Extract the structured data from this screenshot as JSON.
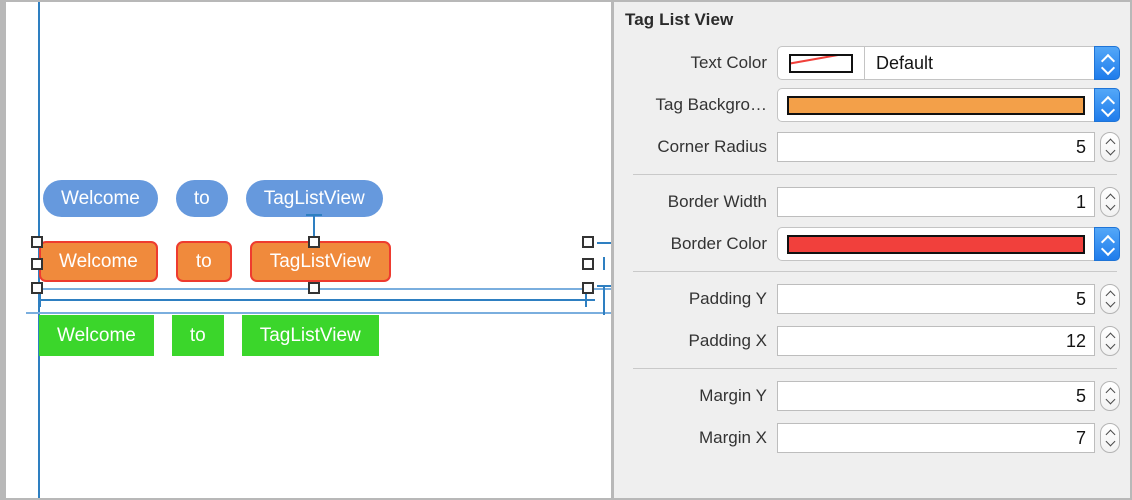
{
  "canvas": {
    "tag_rows": [
      {
        "name": "blue-tag-row",
        "style": "pill",
        "color": "#6699dd",
        "tags": [
          "Welcome",
          "to",
          "TagListView"
        ]
      },
      {
        "name": "orange-tag-row-selected",
        "style": "rounded",
        "color": "#f08a3c",
        "border_color": "#ee3b2f",
        "tags": [
          "Welcome",
          "to",
          "TagListView"
        ]
      },
      {
        "name": "green-tag-row",
        "style": "square",
        "color": "#3bd62b",
        "tags": [
          "Welcome",
          "to",
          "TagListView"
        ]
      }
    ],
    "guide_color": "#2e7fc1",
    "constraint_color": "#7aaede"
  },
  "inspector": {
    "title": "Tag List View",
    "sections": [
      {
        "rows": [
          {
            "label": "Text Color",
            "control": "color-combo-split",
            "swatch": "no-color",
            "value": "Default"
          },
          {
            "label": "Tag Backgro…",
            "control": "color-combo-bar",
            "color": "#f3a049"
          },
          {
            "label": "Corner Radius",
            "control": "stepper-field",
            "value": "5"
          }
        ]
      },
      {
        "rows": [
          {
            "label": "Border Width",
            "control": "stepper-field",
            "value": "1"
          },
          {
            "label": "Border Color",
            "control": "color-combo-bar",
            "color": "#f1403c"
          }
        ]
      },
      {
        "rows": [
          {
            "label": "Padding Y",
            "control": "stepper-field",
            "value": "5"
          },
          {
            "label": "Padding X",
            "control": "stepper-field",
            "value": "12"
          }
        ]
      },
      {
        "rows": [
          {
            "label": "Margin Y",
            "control": "stepper-field",
            "value": "5"
          },
          {
            "label": "Margin X",
            "control": "stepper-field",
            "value": "7"
          }
        ]
      }
    ]
  }
}
